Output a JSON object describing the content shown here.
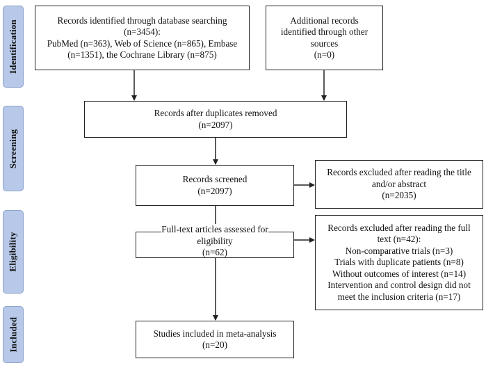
{
  "phases": {
    "identification": "Identification",
    "screening": "Screening",
    "eligibility": "Eligibility",
    "included": "Included"
  },
  "boxes": {
    "database": {
      "lines": [
        "Records identified through database searching",
        "(n=3454):",
        "PubMed (n=363), Web of Science (n=865), Embase",
        "(n=1351), the Cochrane Library (n=875)"
      ]
    },
    "other_sources": {
      "lines": [
        "Additional records",
        "identified through other",
        "sources",
        "(n=0)"
      ]
    },
    "duplicates_removed": {
      "lines": [
        "Records after duplicates removed",
        "(n=2097)"
      ]
    },
    "screened": {
      "lines": [
        "Records screened",
        "(n=2097)"
      ]
    },
    "excluded_title": {
      "lines": [
        "Records excluded after reading the title",
        "and/or abstract",
        "(n=2035)"
      ]
    },
    "fulltext": {
      "lines": [
        "Full-text articles assessed for",
        "eligibility",
        "(n=62)"
      ]
    },
    "excluded_fulltext": {
      "lines": [
        "Records excluded after reading the full",
        "text (n=42):",
        "Non-comparative trials (n=3)",
        "Trials with duplicate patients (n=8)",
        "Without outcomes of interest (n=14)",
        "Intervention and control design did not",
        "meet the inclusion criteria (n=17)"
      ]
    },
    "included": {
      "lines": [
        "Studies included in meta-analysis",
        "(n=20)"
      ]
    }
  }
}
